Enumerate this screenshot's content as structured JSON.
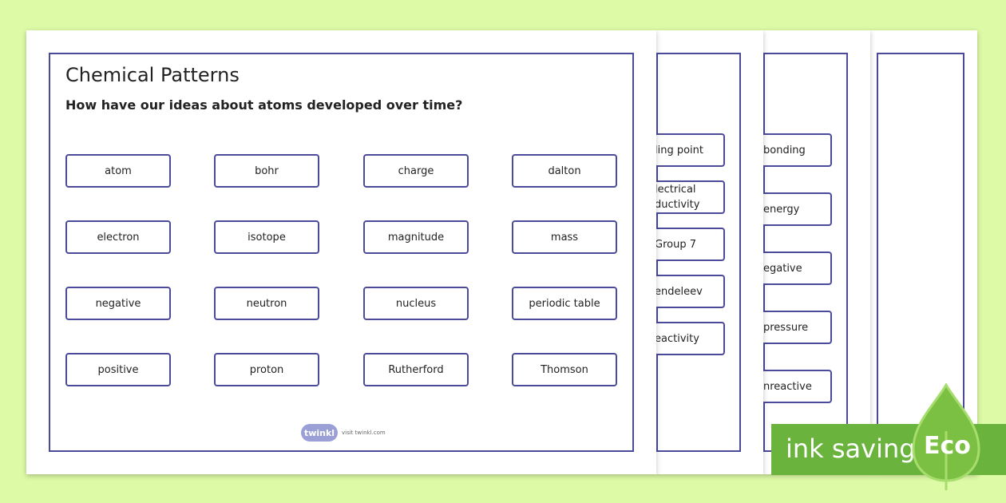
{
  "title": "Chemical Patterns",
  "question": "How have our ideas about atoms developed over time?",
  "front_cards": [
    "atom",
    "bohr",
    "charge",
    "dalton",
    "electron",
    "isotope",
    "magnitude",
    "mass",
    "negative",
    "neutron",
    "nucleus",
    "periodic table",
    "positive",
    "proton",
    "Rutherford",
    "Thomson"
  ],
  "middle_cards": [
    "ling point",
    "lectrical\nductivity",
    "Group 7",
    "endeleev",
    "eactivity"
  ],
  "back_cards": [
    "bonding",
    "energy",
    "egative",
    "pressure",
    "nreactive"
  ],
  "logo": {
    "brand": "twinkl",
    "url_text": "visit twinkl.com"
  },
  "badge": {
    "text": "ink saving",
    "label": "Eco",
    "color": "#6ab43e"
  },
  "colors": {
    "background": "#ddfaa6",
    "border": "#4b4a9b"
  }
}
